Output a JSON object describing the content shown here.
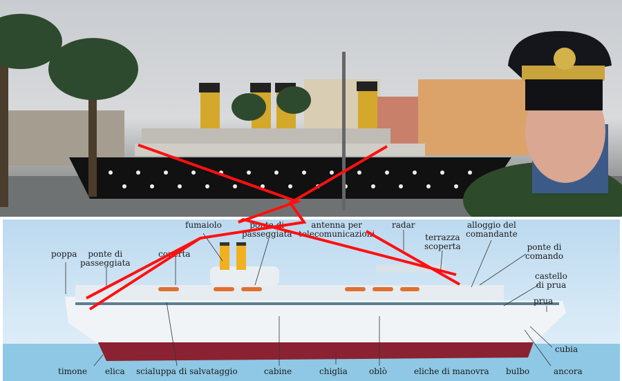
{
  "diagram": {
    "labels": {
      "poppa": "poppa",
      "ponte_passeggiata_1": "ponte di",
      "ponte_passeggiata_2": "passeggiata",
      "coperta": "coperta",
      "fumaiolo": "fumaiolo",
      "ponte_passeggiata_b1": "ponte di",
      "ponte_passeggiata_b2": "passeggiata",
      "antenna_1": "antenna per",
      "antenna_2": "telecomunicazioni",
      "radar": "radar",
      "terrazza_1": "terrazza",
      "terrazza_2": "scoperta",
      "alloggio_1": "alloggio del",
      "alloggio_2": "comandante",
      "ponte_comando_1": "ponte di",
      "ponte_comando_2": "comando",
      "castello_1": "castello",
      "castello_2": "di prua",
      "prua": "prua",
      "cubia": "cubia",
      "ancora": "ancora",
      "bulbo": "bulbo",
      "eliche": "eliche di manovra",
      "oblo": "oblò",
      "chiglia": "chiglia",
      "cabine": "cabine",
      "scialuppa": "scialuppa di salvataggio",
      "elica": "elica",
      "timone": "timone"
    }
  },
  "colors": {
    "annotation": "#ff1010",
    "hull": "#8b2232",
    "funnel": "#f0b020"
  }
}
